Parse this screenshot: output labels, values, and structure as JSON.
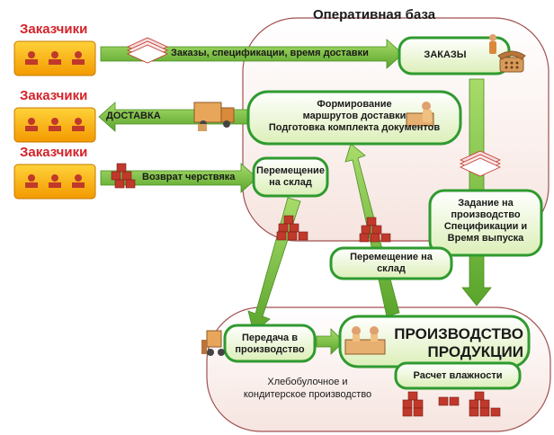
{
  "zones": {
    "operational_base": "Оперативная база",
    "production_note": "Хлебобулочное и\nкондитерское производство"
  },
  "customers": [
    {
      "label": "Заказчики"
    },
    {
      "label": "Заказчики"
    },
    {
      "label": "Заказчики"
    }
  ],
  "flows": {
    "orders_specs": "Заказы, спецификации, время доставки",
    "delivery": "ДОСТАВКА",
    "stale_return": "Возврат черствяка",
    "move_to_warehouse_1": "Перемещение\nна склад",
    "move_to_warehouse_2": "Перемещение на\nсклад",
    "transfer_to_production": "Передача в\nпроизводство",
    "production_task": "Задание на\nпроизводство\nСпецификации и\nВремя выпуска"
  },
  "nodes": {
    "orders": "ЗАКАЗЫ",
    "routes": "Формирование\nмаршрутов доставки\nПодготовка комплекта документов",
    "production": "ПРОИЗВОДСТВО\nПРОДУКЦИИ",
    "humidity": "Расчет влажности"
  },
  "colors": {
    "accent_red": "#d4232a",
    "arrow_green": "#7dc242",
    "node_fill": "#eef6d8",
    "node_border": "#2f9a2f",
    "customer_fill": "#f7b500"
  }
}
